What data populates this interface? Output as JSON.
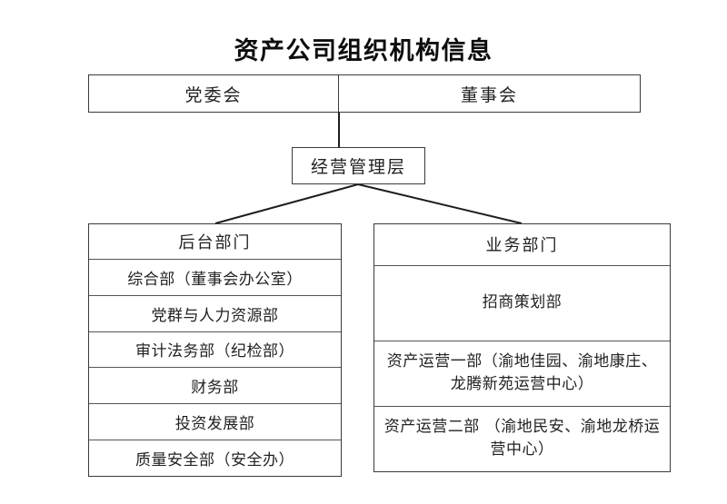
{
  "title": "资产公司组织机构信息",
  "chart_data": {
    "type": "diagram",
    "title": "资产公司组织机构信息",
    "diagram_kind": "organizational-chart",
    "orientation": "top-down",
    "levels": [
      {
        "level": 1,
        "nodes": [
          {
            "label": "党委会"
          },
          {
            "label": "董事会"
          }
        ]
      },
      {
        "level": 2,
        "nodes": [
          {
            "label": "经营管理层"
          }
        ]
      },
      {
        "level": 3,
        "nodes": [
          {
            "label": "后台部门"
          },
          {
            "label": "业务部门"
          }
        ]
      }
    ],
    "edges": [
      {
        "from": "董事会",
        "to": "经营管理层",
        "style": "vertical"
      },
      {
        "from": "经营管理层",
        "to": "后台部门",
        "style": "diagonal"
      },
      {
        "from": "经营管理层",
        "to": "业务部门",
        "style": "diagonal"
      }
    ]
  },
  "top_row": {
    "party_committee": "党委会",
    "board_of_directors": "董事会"
  },
  "management": {
    "label": "经营管理层"
  },
  "backoffice": {
    "header": "后台部门",
    "items": [
      {
        "label": "综合部（董事会办公室）"
      },
      {
        "label": "党群与人力资源部"
      },
      {
        "label": "审计法务部（纪检部）"
      },
      {
        "label": "财务部"
      },
      {
        "label": "投资发展部"
      },
      {
        "label": "质量安全部（安全办）"
      }
    ]
  },
  "business": {
    "header": "业务部门",
    "items": [
      {
        "label": "招商策划部"
      },
      {
        "label": "资产运营一部（渝地佳园、渝地康庄、龙腾新苑运营中心）"
      },
      {
        "label": "资产运营二部 （渝地民安、渝地龙桥运营中心）"
      }
    ]
  }
}
